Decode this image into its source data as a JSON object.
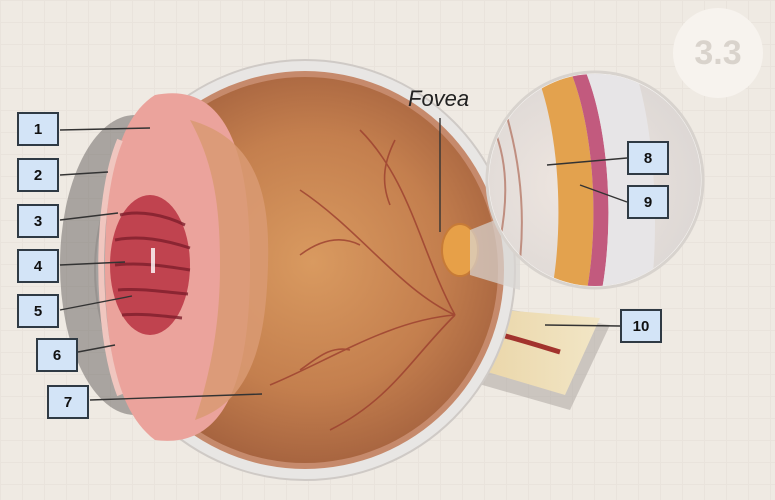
{
  "fovea_label": "Fovea",
  "badge": "3.3",
  "labels": [
    "1",
    "2",
    "3",
    "4",
    "5",
    "6",
    "7",
    "8",
    "9",
    "10"
  ],
  "colors": {
    "label_fill": "#d3e4f7",
    "label_border": "#2f3a44",
    "sclera": "#e9e6e3",
    "vitreous": "#c9844f",
    "iris": "#c96a70",
    "optic_nerve": "#ecdcae"
  }
}
